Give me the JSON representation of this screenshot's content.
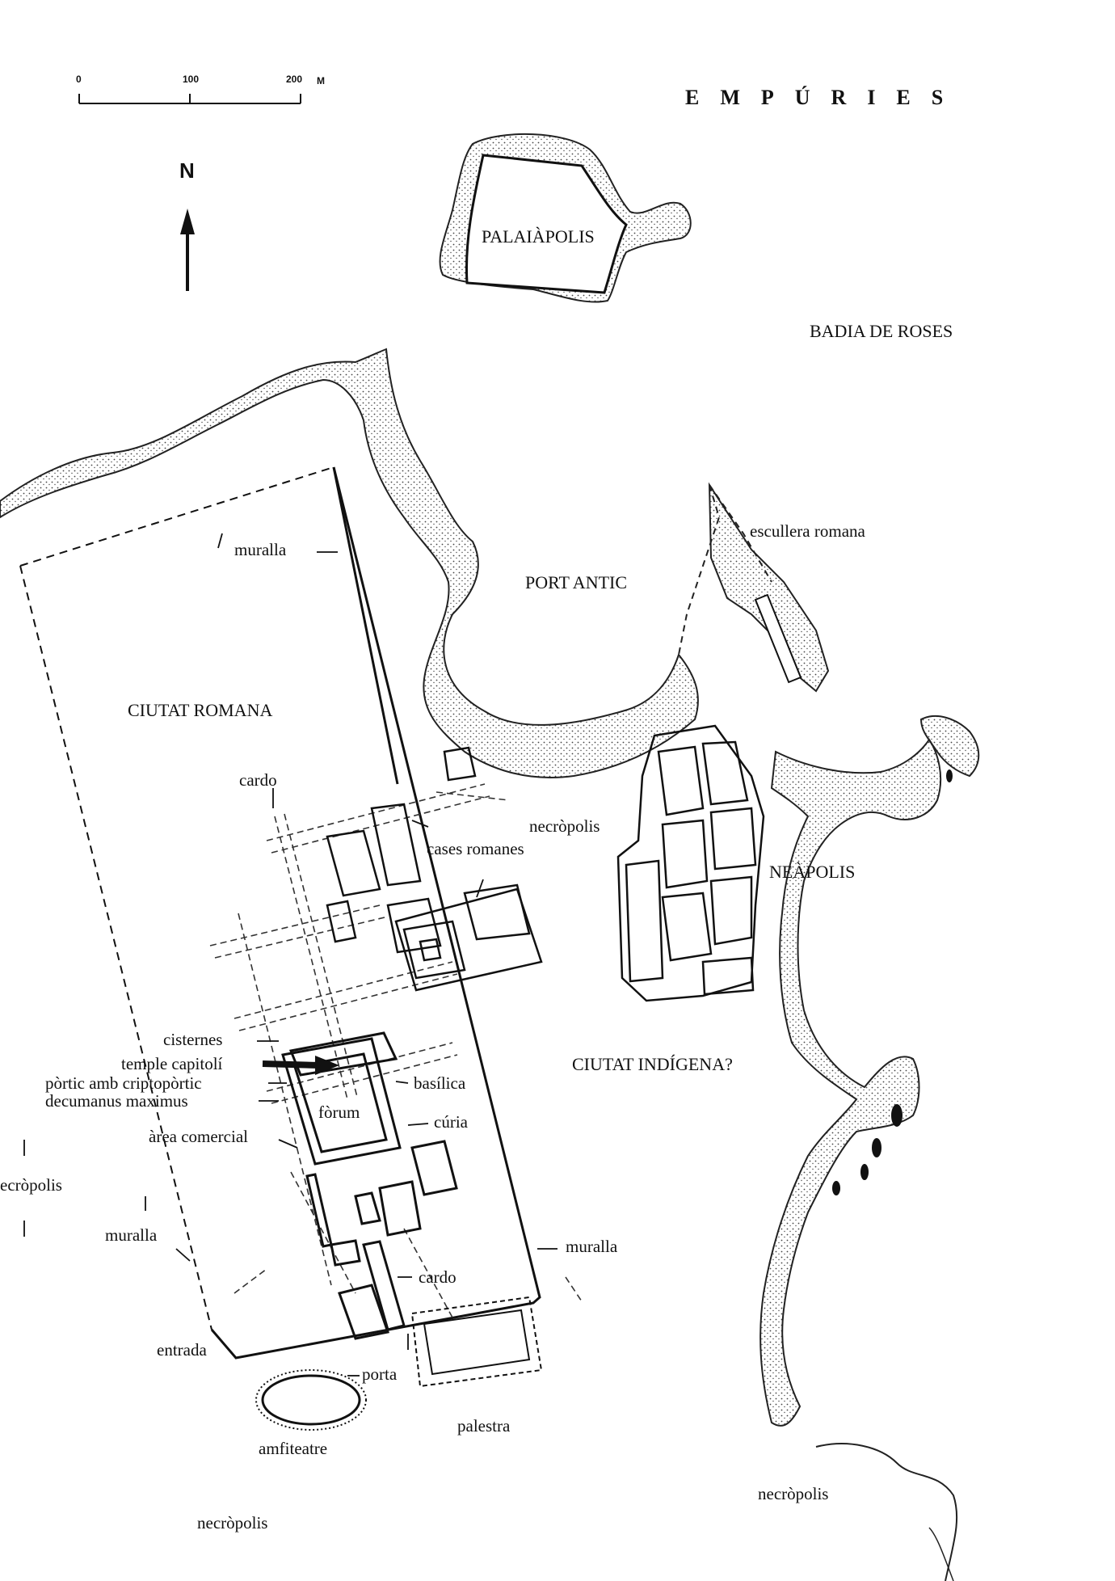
{
  "title": "EMPÚRIES",
  "scale_bar": {
    "ticks": [
      "0",
      "100",
      "200"
    ],
    "unit": "M"
  },
  "north_label": "N",
  "labels": {
    "palaiapolis": "PALAIÀPOLIS",
    "badia": "BADIA   DE   ROSES",
    "escullera": "escullera romana",
    "port_antic": "PORT ANTIC",
    "ciutat_romana": "CIUTAT   ROMANA",
    "muralla_top": "muralla",
    "cardo_top": "cardo",
    "necropolis_mid": "necròpolis",
    "cases_romanes": "cases romanes",
    "neapolis": "NEÀPOLIS",
    "ciutat_indigena": "CIUTAT   INDÍGENA?",
    "cisternes": "cisternes",
    "temple": "temple capitolí",
    "portic": "pòrtic amb criptopòrtic",
    "decumanus": "decumanus maximus",
    "basilica": "basílica",
    "forum": "fòrum",
    "curia": "cúria",
    "area_comercial": "àrea comercial",
    "necropolis_left": "ecròpolis",
    "muralla_left": "muralla",
    "muralla_right": "muralla",
    "cardo_bottom": "cardo",
    "entrada": "entrada",
    "porta": "porta",
    "palestra": "palestra",
    "amfiteatre": "amfiteatre",
    "necropolis_bottom_right": "necròpolis",
    "necropolis_bottom_left": "necròpolis"
  },
  "colors": {
    "ink": "#111111",
    "paper": "#ffffff",
    "stipple": "#444444"
  }
}
